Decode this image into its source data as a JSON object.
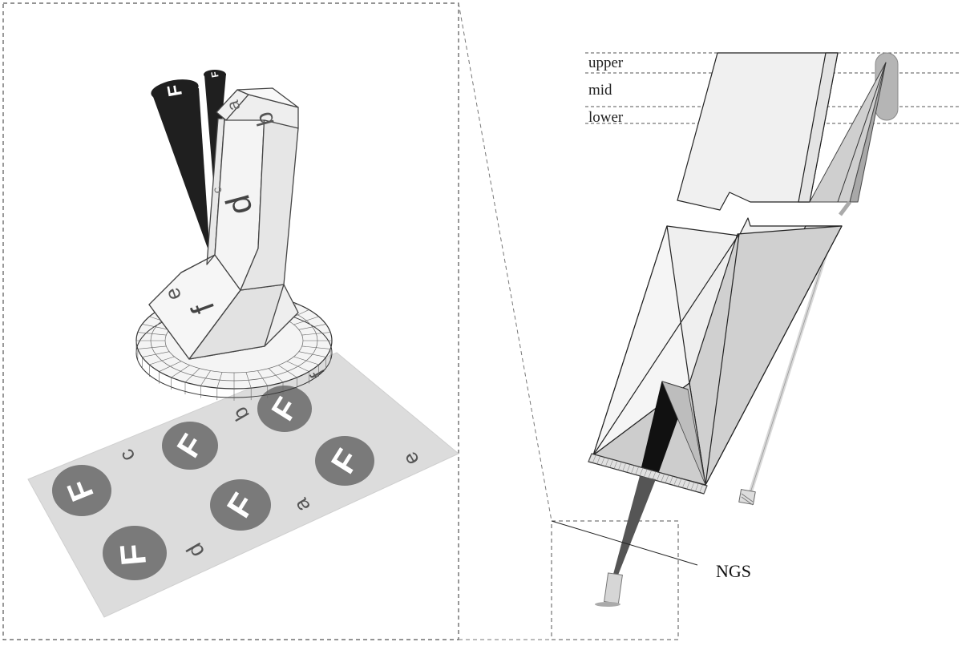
{
  "left_panel": {
    "module_letters": {
      "a": "a",
      "b": "b",
      "c": "c",
      "d": "d",
      "e": "e",
      "f": "f"
    },
    "plate_letters": [
      "f",
      "b",
      "c",
      "e",
      "a",
      "d"
    ],
    "spot_glyph": "F"
  },
  "right_panel": {
    "layers": [
      "upper",
      "mid",
      "lower"
    ],
    "ngs_label": "NGS"
  },
  "colors": {
    "dark_cone": "#1f1f1f",
    "spot_fill": "#7a7a7a",
    "plate": "#dcdcdc",
    "body": "#f2f2f2",
    "outline": "#444444",
    "tube_shadow": "#c8c8c8"
  }
}
